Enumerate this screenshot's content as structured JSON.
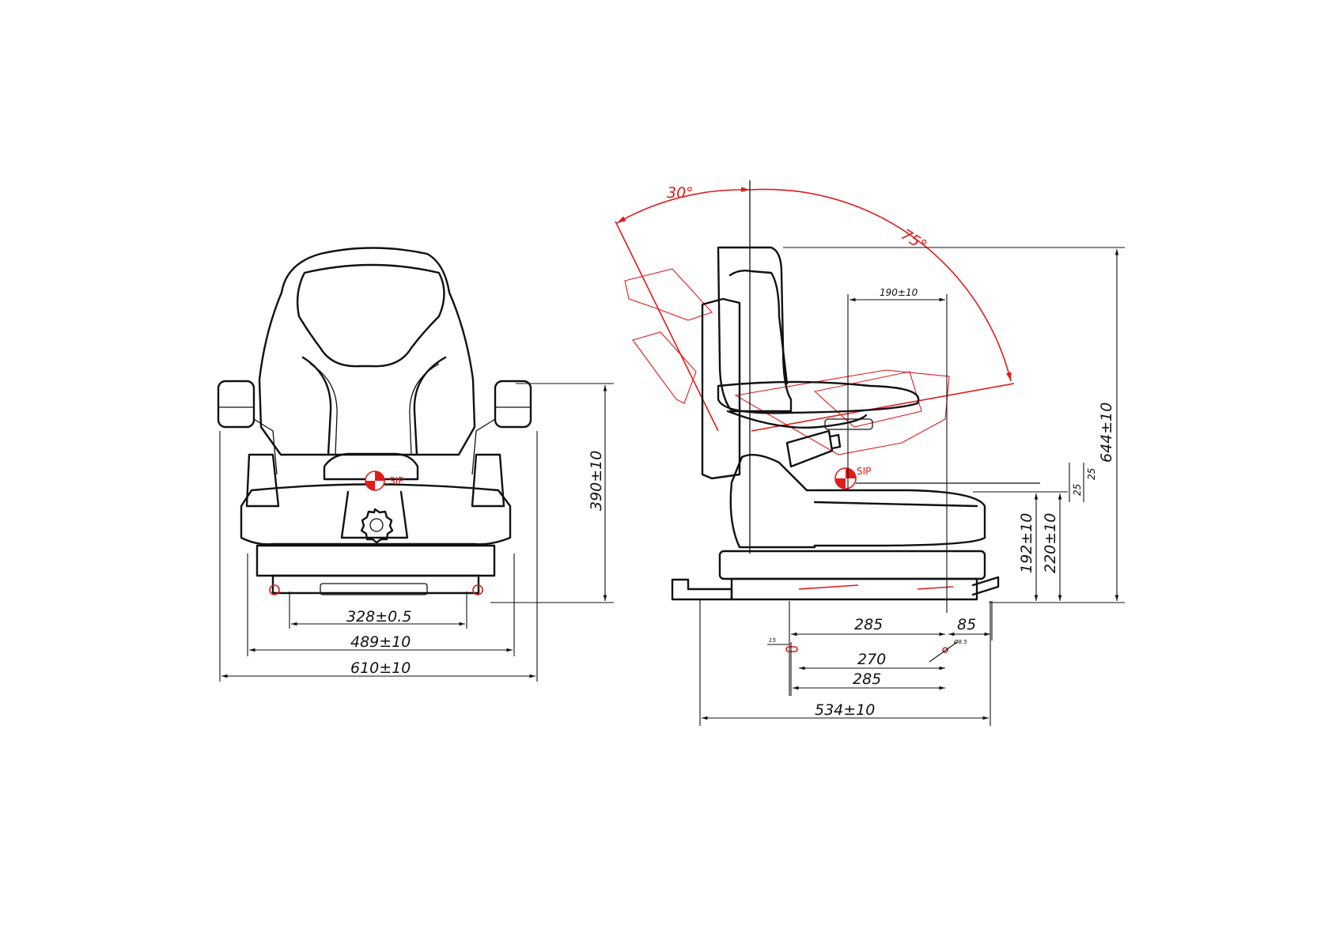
{
  "colors": {
    "line": "#111111",
    "accent": "#e21b1b",
    "background": "#ffffff"
  },
  "front_view": {
    "sip_label": "SIP",
    "dims": {
      "bolt_spacing": "328±0.5",
      "base_width": "489±10",
      "overall_width": "610±10",
      "height": "390±10"
    }
  },
  "side_view": {
    "sip_label": "SIP",
    "angles": {
      "backrest_forward": "30°",
      "backrest_recline": "75°"
    },
    "dims": {
      "overall_height": "644±10",
      "sip_to_backrest": "190±10",
      "sip_height_min": "192±10",
      "sip_height_max": "220±10",
      "sip_travel_a": "25",
      "sip_travel_b": "25",
      "rail_mount_span": "285",
      "rail_rear_offset": "85",
      "slot_width": "15",
      "hole_diameter": "Ø8.5",
      "hole_spacing": "270",
      "hole_spacing_outer": "285",
      "overall_depth": "534±10"
    }
  }
}
